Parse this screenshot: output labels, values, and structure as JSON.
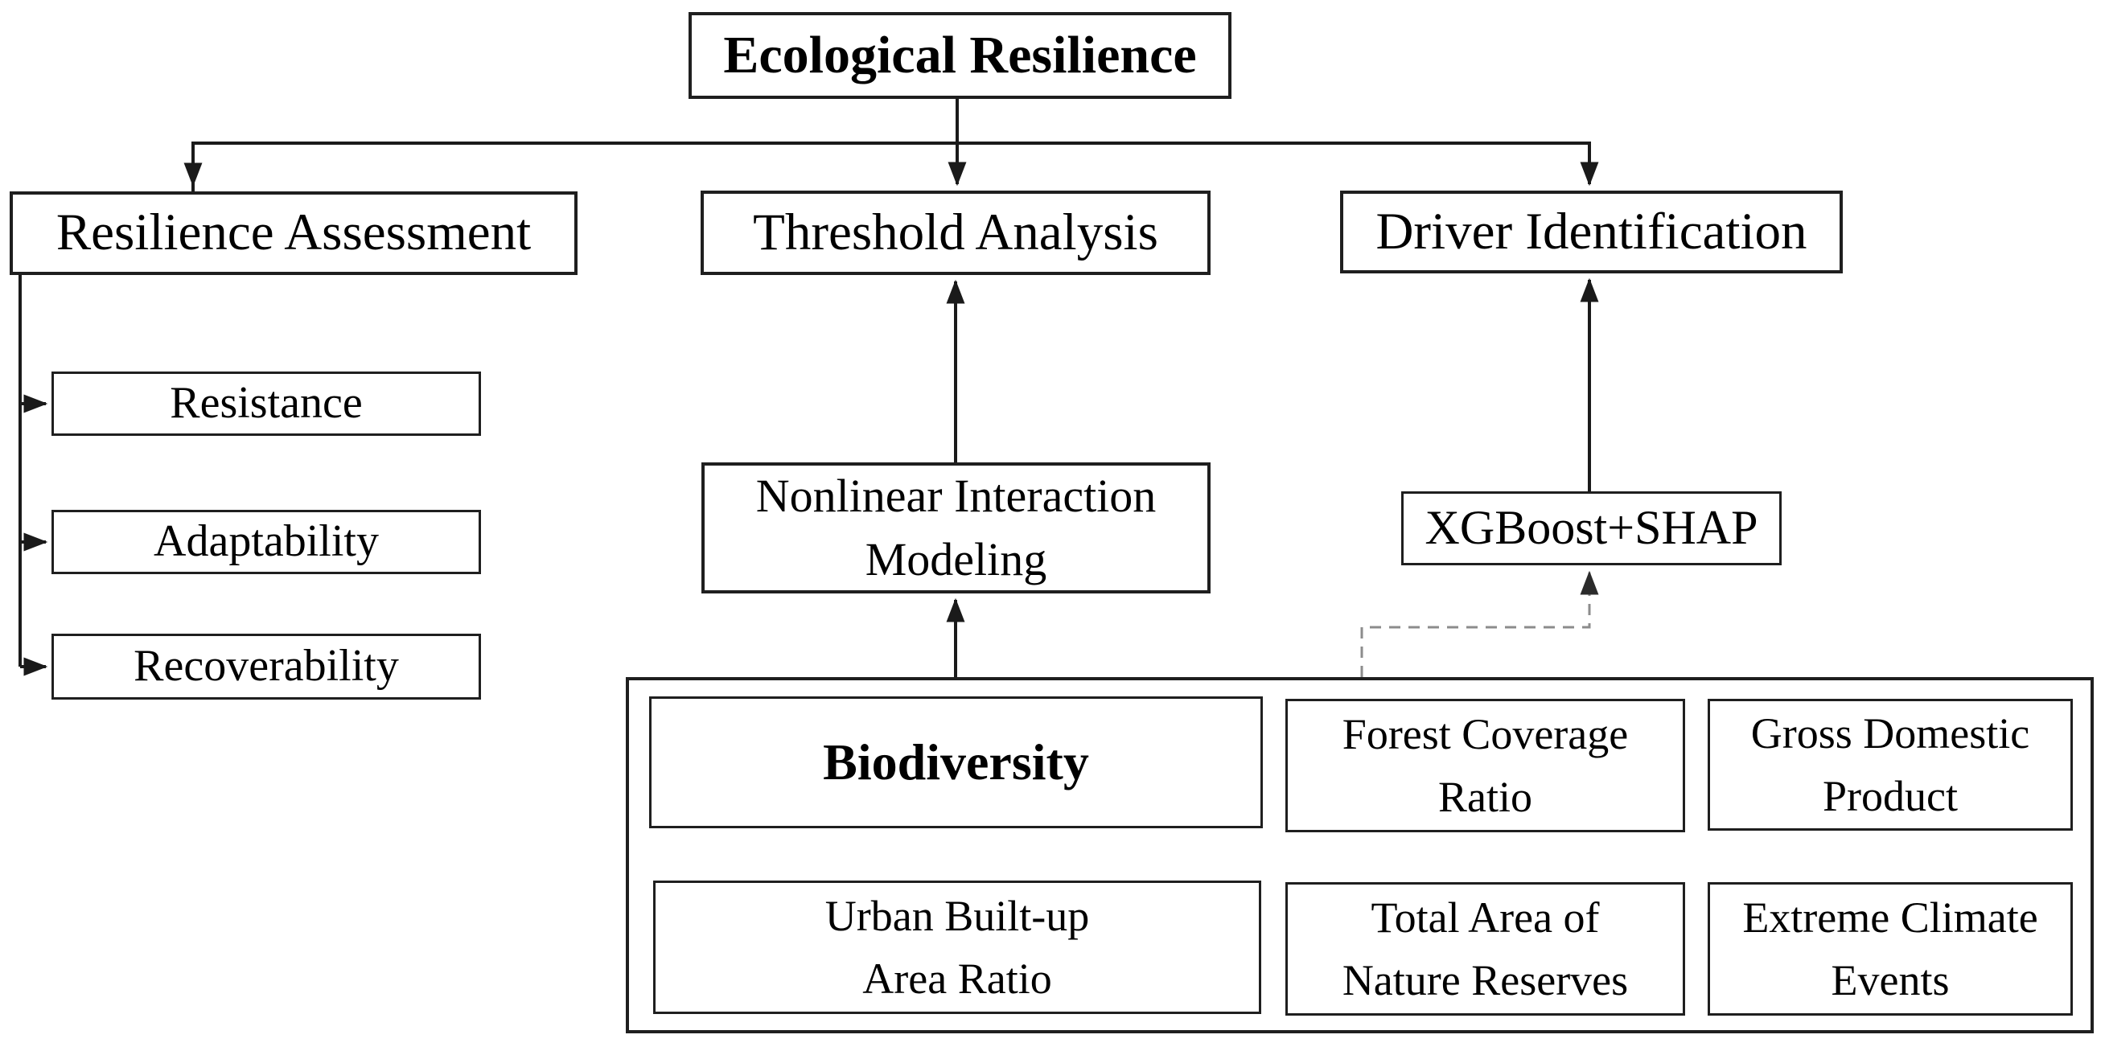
{
  "diagram_title": "Ecological Resilience framework diagram",
  "nodes": {
    "root": {
      "label": "Ecological Resilience"
    },
    "assessment": {
      "label": "Resilience Assessment"
    },
    "threshold": {
      "label": "Threshold Analysis"
    },
    "driver": {
      "label": "Driver Identification"
    },
    "resistance": {
      "label": "Resistance"
    },
    "adaptability": {
      "label": "Adaptability"
    },
    "recoverability": {
      "label": "Recoverability"
    },
    "nonlinear": {
      "label": "Nonlinear Interaction\nModeling"
    },
    "xgboost": {
      "label": "XGBoost+SHAP"
    },
    "biodiversity": {
      "label": "Biodiversity"
    },
    "forest": {
      "label": "Forest Coverage\nRatio"
    },
    "gdp": {
      "label": "Gross Domestic\nProduct"
    },
    "urban": {
      "label": "Urban Built-up\nArea Ratio"
    },
    "reserves": {
      "label": "Total Area of\nNature Reserves"
    },
    "extreme": {
      "label": "Extreme Climate\nEvents"
    }
  },
  "edges": {
    "root_to_branches": "solid, root splits to three branch boxes",
    "assessment_to_components": "solid rail with arrows into Resistance, Adaptability, Recoverability",
    "nonlinear_to_threshold": "solid arrow up",
    "biodiversity_to_nonlinear": "solid arrow up",
    "xgboost_to_driver": "solid arrow up",
    "indicators_to_xgboost": "dashed arrow up"
  },
  "colors": {
    "background": "#ffffff",
    "line": "#1a1a1a",
    "dashed_line": "#8c8c8c",
    "box_border": "#1f1f1f",
    "text": "#000000"
  }
}
